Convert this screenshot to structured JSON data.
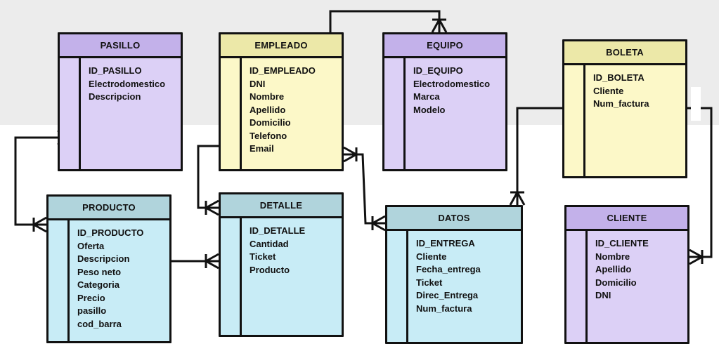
{
  "diagram": {
    "colors": {
      "purple": "#dcd0f6",
      "yellow": "#fcf8c8",
      "cyan": "#c8ecf6",
      "line": "#111111"
    },
    "entities": {
      "pasillo": {
        "title": "PASILLO",
        "fields": [
          "ID_PASILLO",
          "Electrodomestico",
          "Descripcion"
        ]
      },
      "empleado": {
        "title": "EMPLEADO",
        "fields": [
          "ID_EMPLEADO",
          "DNI",
          "Nombre",
          "Apellido",
          "Domicilio",
          "Telefono",
          "Email"
        ]
      },
      "equipo": {
        "title": "EQUIPO",
        "fields": [
          "ID_EQUIPO",
          "Electrodomestico",
          "Marca",
          "Modelo"
        ]
      },
      "boleta": {
        "title": "BOLETA",
        "fields": [
          "ID_BOLETA",
          "Cliente",
          "Num_factura"
        ]
      },
      "producto": {
        "title": "PRODUCTO",
        "fields": [
          "ID_PRODUCTO",
          "Oferta",
          "Descripcion",
          "Peso neto",
          "Categoria",
          "Precio",
          "pasillo",
          "cod_barra"
        ]
      },
      "detalle": {
        "title": "DETALLE",
        "fields": [
          "ID_DETALLE",
          "Cantidad",
          "Ticket",
          "Producto"
        ]
      },
      "datos": {
        "title": "DATOS",
        "fields": [
          "ID_ENTREGA",
          "Cliente",
          "Fecha_entrega",
          "Ticket",
          "Direc_Entrega",
          "Num_factura"
        ]
      },
      "cliente": {
        "title": "CLIENTE",
        "fields": [
          "ID_CLIENTE",
          "Nombre",
          "Apellido",
          "Domicilio",
          "DNI"
        ]
      }
    },
    "relationships": [
      {
        "from": "empleado",
        "to": "equipo"
      },
      {
        "from": "producto",
        "to": "pasillo"
      },
      {
        "from": "detalle",
        "to": "empleado"
      },
      {
        "from": "producto",
        "to": "detalle"
      },
      {
        "from": "empleado",
        "to": "datos"
      },
      {
        "from": "boleta",
        "to": "datos"
      },
      {
        "from": "boleta",
        "to": "cliente"
      }
    ]
  }
}
